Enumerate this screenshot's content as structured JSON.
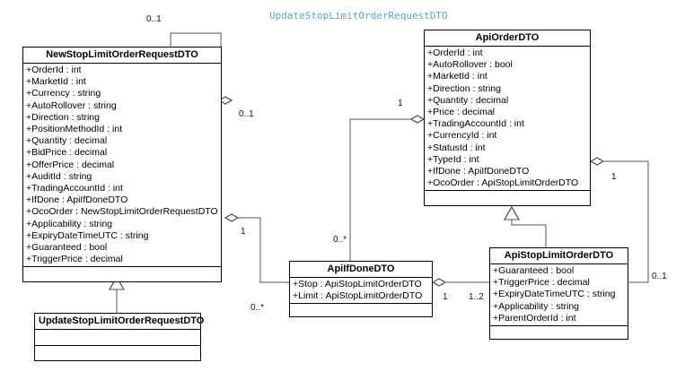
{
  "diagram": {
    "title": "UpdateStopLimitOrderRequestDTO",
    "title_color": "#5ba3d0",
    "type": "uml-class-diagram",
    "background": "#ffffff",
    "line_color": "#555555",
    "border_color": "#000000"
  },
  "classes": [
    {
      "id": "new-stop-limit-order-request-dto",
      "name": "NewStopLimitOrderRequestDTO",
      "attributes": [
        "+OrderId : int",
        "+MarketId : int",
        "+Currency : string",
        "+AutoRollover : string",
        "+Direction : string",
        "+PositionMethodId : int",
        "+Quantity : decimal",
        "+BidPrice : decimal",
        "+OfferPrice : decimal",
        "+AuditId : string",
        "+TradingAccountId : int",
        "+IfDone : ApiIfDoneDTO",
        "+OcoOrder : NewStopLimitOrderRequestDTO",
        "+Applicability : string",
        "+ExpiryDateTimeUTC : string",
        "+Guaranteed : bool",
        "+TriggerPrice : decimal"
      ],
      "operations": []
    },
    {
      "id": "api-order-dto",
      "name": "ApiOrderDTO",
      "attributes": [
        "+OrderId : int",
        "+AutoRollover : bool",
        "+MarketId : int",
        "+Direction : string",
        "+Quantity : decimal",
        "+Price : decimal",
        "+TradingAccountId : int",
        "+CurrencyId : int",
        "+StatusId : int",
        "+TypeId : int",
        "+IfDone : ApiIfDoneDTO",
        "+OcoOrder : ApiStopLimitOrderDTO"
      ],
      "operations": []
    },
    {
      "id": "api-stop-limit-order-dto",
      "name": "ApiStopLimitOrderDTO",
      "attributes": [
        "+Guaranteed : bool",
        "+TriggerPrice : decimal",
        "+ExpiryDateTimeUTC : string",
        "+Applicability : string",
        "+ParentOrderId : int"
      ],
      "operations": []
    },
    {
      "id": "api-if-done-dto",
      "name": "ApiIfDoneDTO",
      "attributes": [
        "+Stop : ApiStopLimitOrderDTO",
        "+Limit : ApiStopLimitOrderDTO"
      ],
      "operations": []
    },
    {
      "id": "update-stop-limit-order-request-dto",
      "name": "UpdateStopLimitOrderRequestDTO",
      "attributes": [],
      "operations": []
    }
  ],
  "multiplicities": [
    {
      "id": "m-self-top",
      "label": "0..1"
    },
    {
      "id": "m-self-diamond",
      "label": "0..1"
    },
    {
      "id": "m-new-ifdone",
      "label": "1"
    },
    {
      "id": "m-ifdone-from-new",
      "label": "0..*"
    },
    {
      "id": "m-order-ifdone",
      "label": "1"
    },
    {
      "id": "m-ifdone-to-order",
      "label": "0..*"
    },
    {
      "id": "m-order-oco",
      "label": "1"
    },
    {
      "id": "m-oco-stoplimit",
      "label": "0..1"
    },
    {
      "id": "m-ifdone-right",
      "label": "1"
    },
    {
      "id": "m-stoplimit-left",
      "label": "1..2"
    }
  ],
  "relationships": [
    {
      "id": "rel-self-aggregation",
      "kind": "aggregation",
      "from": "NewStopLimitOrderRequestDTO",
      "to": "NewStopLimitOrderRequestDTO"
    },
    {
      "id": "rel-new-to-ifdone",
      "kind": "aggregation",
      "from": "NewStopLimitOrderRequestDTO",
      "to": "ApiIfDoneDTO"
    },
    {
      "id": "rel-order-to-ifdone",
      "kind": "aggregation",
      "from": "ApiOrderDTO",
      "to": "ApiIfDoneDTO"
    },
    {
      "id": "rel-order-to-stoplimit",
      "kind": "aggregation",
      "from": "ApiOrderDTO",
      "to": "ApiStopLimitOrderDTO"
    },
    {
      "id": "rel-ifdone-to-stoplimit",
      "kind": "aggregation",
      "from": "ApiIfDoneDTO",
      "to": "ApiStopLimitOrderDTO"
    },
    {
      "id": "rel-gen-update",
      "kind": "generalization",
      "from": "UpdateStopLimitOrderRequestDTO",
      "to": "NewStopLimitOrderRequestDTO"
    },
    {
      "id": "rel-gen-stoplimit",
      "kind": "generalization",
      "from": "ApiStopLimitOrderDTO",
      "to": "ApiOrderDTO"
    }
  ]
}
